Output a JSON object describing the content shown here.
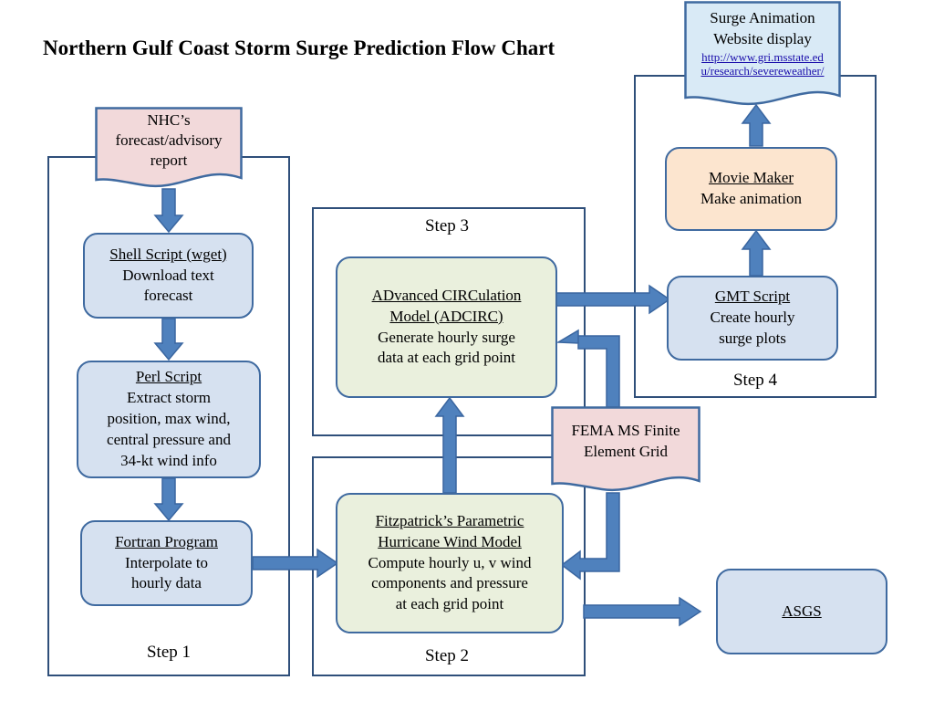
{
  "title": "Northern Gulf Coast Storm Surge Prediction Flow Chart",
  "steps": {
    "step1": "Step 1",
    "step2": "Step 2",
    "step3": "Step 3",
    "step4": "Step 4"
  },
  "nhc": {
    "line1": "NHC’s",
    "line2": "forecast/advisory",
    "line3": "report"
  },
  "shell": {
    "head": "Shell Script (wget)",
    "line1": "Download text",
    "line2": "forecast"
  },
  "perl": {
    "head": "Perl Script",
    "line1": "Extract storm",
    "line2": "position, max wind,",
    "line3": "central pressure and",
    "line4": "34-kt wind info"
  },
  "fortran": {
    "head": "Fortran Program",
    "line1": "Interpolate to",
    "line2": "hourly data"
  },
  "fitz": {
    "head1": "Fitzpatrick’s Parametric",
    "head2": "Hurricane Wind Model",
    "line1": "Compute hourly u, v wind",
    "line2": "components and pressure",
    "line3": "at each grid point"
  },
  "adcirc": {
    "head1": "ADvanced CIRCulation",
    "head2": "Model (ADCIRC)",
    "line1": "Generate hourly surge",
    "line2": "data at each grid point"
  },
  "fema": {
    "line1": "FEMA MS Finite",
    "line2": "Element Grid"
  },
  "gmt": {
    "head": "GMT Script",
    "line1": "Create hourly",
    "line2": "surge plots"
  },
  "movie": {
    "head": "Movie Maker",
    "line1": "Make animation"
  },
  "website": {
    "line1": "Surge Animation",
    "line2": "Website display",
    "link1": "http://www.gri.msstate.ed",
    "link2": "u/research/severeweather/"
  },
  "asgs": {
    "label": "ASGS"
  },
  "colors": {
    "frame": "#2f4f7a",
    "arrow_fill": "#4f81bd",
    "arrow_stroke": "#3a66a0",
    "blue_node": "#d6e1f0",
    "green_node": "#eaf0dd",
    "orange_node": "#fce5cf",
    "pink_doc": "#f2d9da",
    "website_doc": "#d9eaf6"
  }
}
